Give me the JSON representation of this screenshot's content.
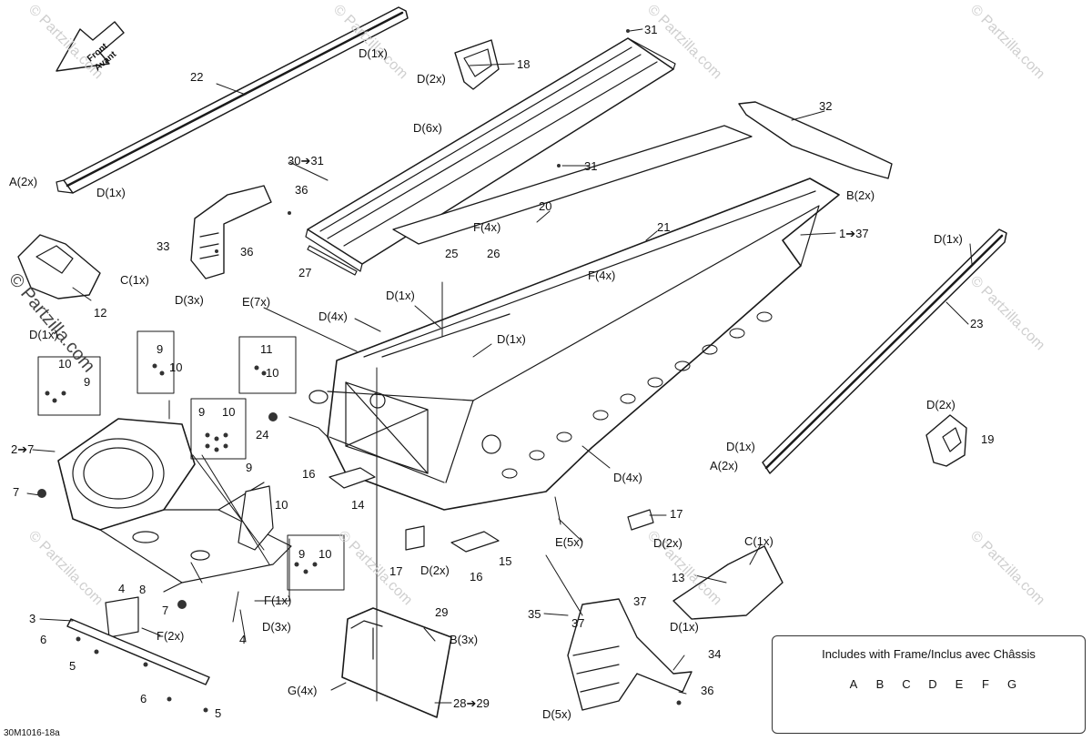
{
  "diagram_code": "30M1016-18a",
  "direction_arrow": {
    "line1": "Front",
    "line2": "Avant"
  },
  "watermark": "© Partzilla.com",
  "watermark_side": "© Partzilla.com",
  "legend": {
    "title": "Includes with Frame/Inclus avec Châssis",
    "letters": [
      "A",
      "B",
      "C",
      "D",
      "E",
      "F",
      "G"
    ]
  },
  "labels": {
    "l22": "22",
    "l31a": "31",
    "l18": "18",
    "lD2x_18": "D(2x)",
    "lD1x_22": "D(1x)",
    "lD6x": "D(6x)",
    "l30_31": "30➔31",
    "l31b": "31",
    "l32": "32",
    "lB2x": "B(2x)",
    "lA2x_l": "A(2x)",
    "lD1x_l": "D(1x)",
    "l36a": "36",
    "l20": "20",
    "lF4x_20": "F(4x)",
    "l21": "21",
    "lF4x_21": "F(4x)",
    "l1_37": "1➔37",
    "l33": "33",
    "l36b": "36",
    "l25": "25",
    "l26": "26",
    "lD3x_33": "D(3x)",
    "l27": "27",
    "lC1x_12": "C(1x)",
    "l12": "12",
    "lD1x_12": "D(1x)",
    "lE7x": "E(7x)",
    "lD1x_c": "D(1x)",
    "lD4x_t": "D(4x)",
    "lD1x_c2": "D(1x)",
    "lD1x_r": "D(1x)",
    "l23": "23",
    "l9a": "9",
    "l10a": "10",
    "l11": "11",
    "l10b": "10",
    "l10c": "10",
    "l9b": "9",
    "l9c": "9",
    "l10d": "10",
    "l24": "24",
    "l2_7": "2➔7",
    "lD2x_19": "D(2x)",
    "l19": "19",
    "lD1x_19": "D(1x)",
    "lA2x_r": "A(2x)",
    "l9d": "9",
    "l16a": "16",
    "lD4x_b": "D(4x)",
    "l7a": "7",
    "l10e": "10",
    "l14": "14",
    "l17a": "17",
    "lD2x_17": "D(2x)",
    "lE5x": "E(5x)",
    "l15": "15",
    "l17b": "17",
    "lD2x_17b": "D(2x)",
    "l16b": "16",
    "lC1x_13": "C(1x)",
    "l9e": "9",
    "l10f": "10",
    "l4a": "4",
    "l8": "8",
    "lF1x": "F(1x)",
    "l13": "13",
    "l7b": "7",
    "l29": "29",
    "l35": "35",
    "l37a": "37",
    "l3": "3",
    "lF2x": "F(2x)",
    "lD3x_b": "D(3x)",
    "l4b": "4",
    "lB3x": "B(3x)",
    "l37b": "37",
    "lD1x_13": "D(1x)",
    "l6a": "6",
    "l5a": "5",
    "l34": "34",
    "lG4x": "G(4x)",
    "l36c": "36",
    "l6b": "6",
    "l28_29": "28➔29",
    "lD5x": "D(5x)",
    "l5b": "5"
  }
}
